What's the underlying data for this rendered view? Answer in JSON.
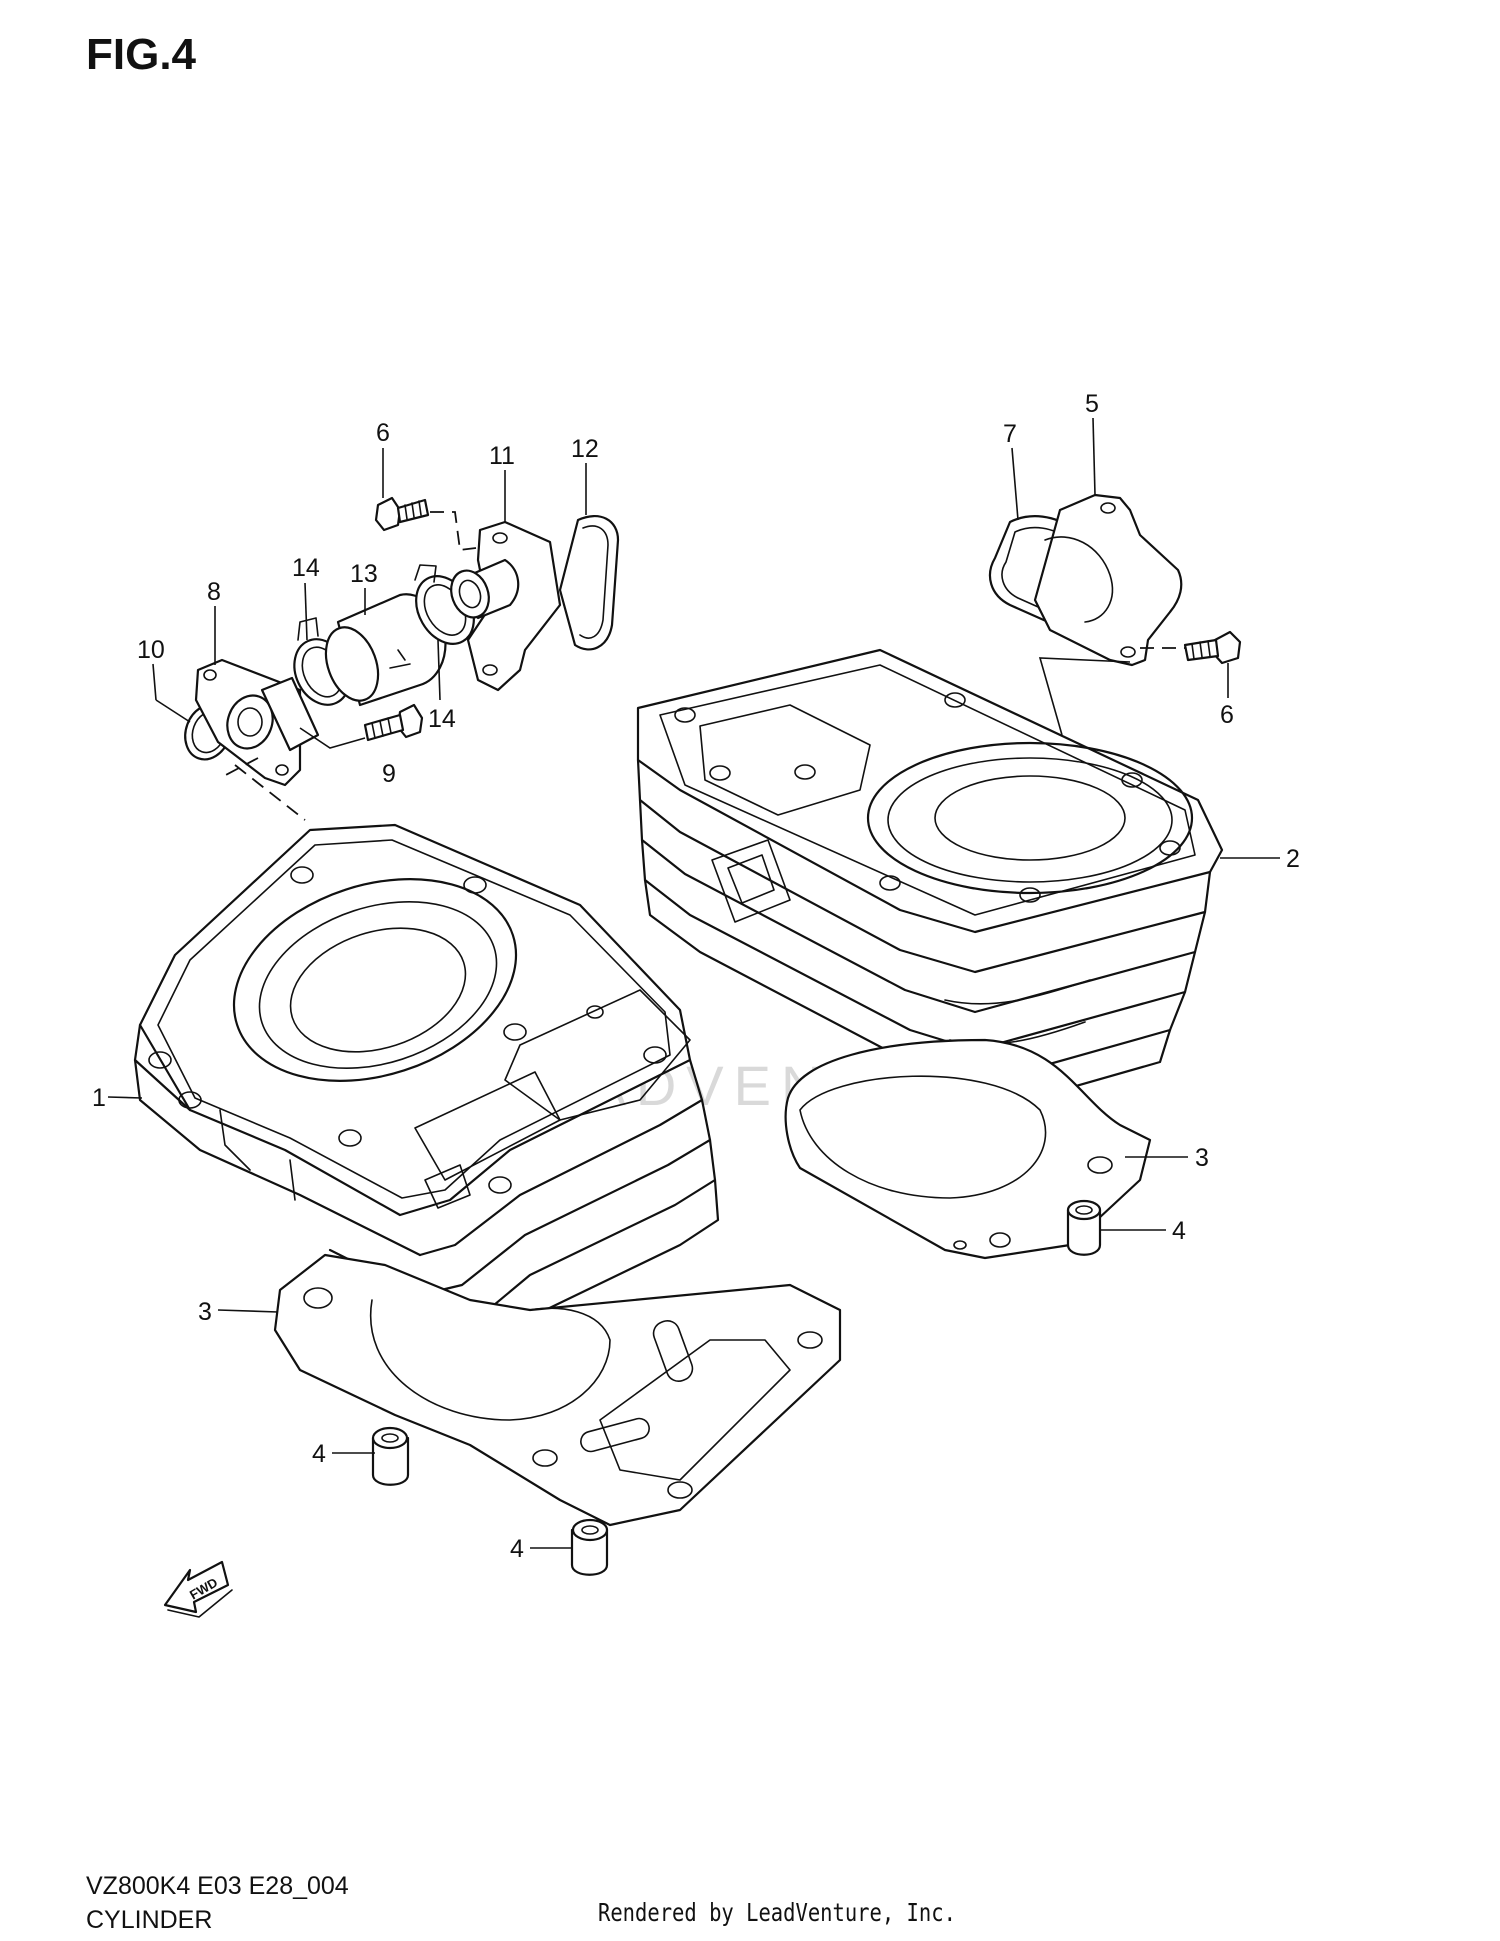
{
  "figure": {
    "title": "FIG.4"
  },
  "footer": {
    "code": "VZ800K4 E03 E28_004",
    "name": "CYLINDER",
    "credit": "Rendered by LeadVenture, Inc."
  },
  "watermark": {
    "text": "LEADVENTURE"
  },
  "direction_arrow": {
    "label": "FWD"
  },
  "callouts": {
    "c1": "1",
    "c2": "2",
    "c3a": "3",
    "c3b": "3",
    "c4a": "4",
    "c4b": "4",
    "c4c": "4",
    "c5": "5",
    "c6a": "6",
    "c6b": "6",
    "c7": "7",
    "c8": "8",
    "c9": "9",
    "c10": "10",
    "c11": "11",
    "c12": "12",
    "c13": "13",
    "c14a": "14",
    "c14b": "14"
  }
}
